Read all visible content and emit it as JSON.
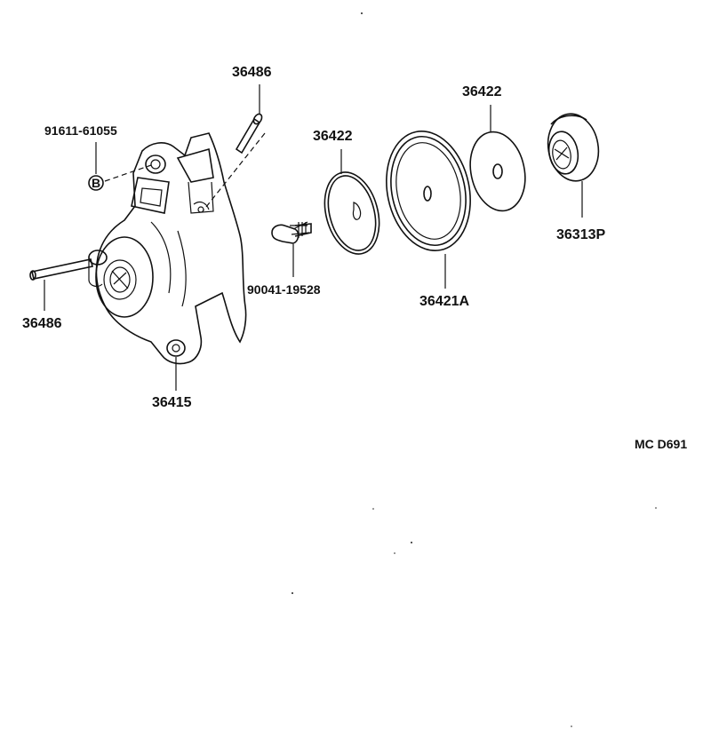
{
  "diagram_code": "MC D691",
  "parts": {
    "p36486_top": "36486",
    "p36486_left": "36486",
    "p91611": "91611-61055",
    "p36415": "36415",
    "p90041": "90041-19528",
    "p36422_a": "36422",
    "p36422_b": "36422",
    "p36421A": "36421A",
    "p36313P": "36313P"
  },
  "callout_b": "B"
}
